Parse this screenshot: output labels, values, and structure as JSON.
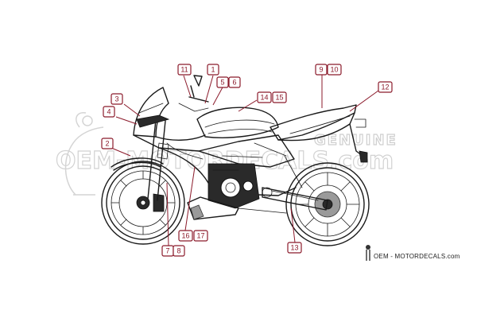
{
  "watermark": {
    "top": "GENUINE",
    "bottom": "OEM-MOTORDECALS.com"
  },
  "brand": {
    "text": "OEM - MOTORDECALS.com"
  },
  "callouts": [
    {
      "id": "c1",
      "label": "1"
    },
    {
      "id": "c2",
      "label": "2"
    },
    {
      "id": "c3",
      "label": "3"
    },
    {
      "id": "c4",
      "label": "4"
    },
    {
      "id": "c5",
      "label": "5"
    },
    {
      "id": "c6",
      "label": "6"
    },
    {
      "id": "c7",
      "label": "7"
    },
    {
      "id": "c8",
      "label": "8"
    },
    {
      "id": "c9",
      "label": "9"
    },
    {
      "id": "c10",
      "label": "10"
    },
    {
      "id": "c11",
      "label": "11"
    },
    {
      "id": "c12",
      "label": "12"
    },
    {
      "id": "c13",
      "label": "13"
    },
    {
      "id": "c14",
      "label": "14"
    },
    {
      "id": "c15",
      "label": "15"
    },
    {
      "id": "c16",
      "label": "16"
    },
    {
      "id": "c17",
      "label": "17"
    }
  ],
  "colors": {
    "callout": "#8b1a2b",
    "line": "#1a1a1a",
    "watermark": "#d6d6d6"
  }
}
